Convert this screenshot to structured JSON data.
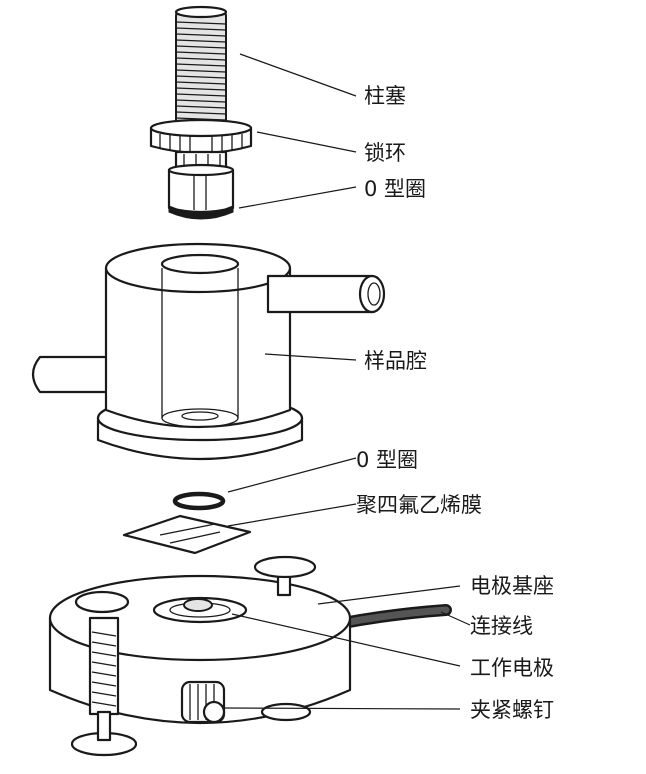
{
  "labels": {
    "plunger": "柱塞",
    "lock_ring": "锁环",
    "o_ring_top": "0 型圈",
    "sample_chamber": "样品腔",
    "o_ring_bottom": "0 型圈",
    "ptfe_membrane": "聚四氟乙烯膜",
    "electrode_base": "电极基座",
    "connecting_wire": "连接线",
    "working_electrode": "工作电极",
    "clamping_screw": "夹紧螺钉"
  }
}
